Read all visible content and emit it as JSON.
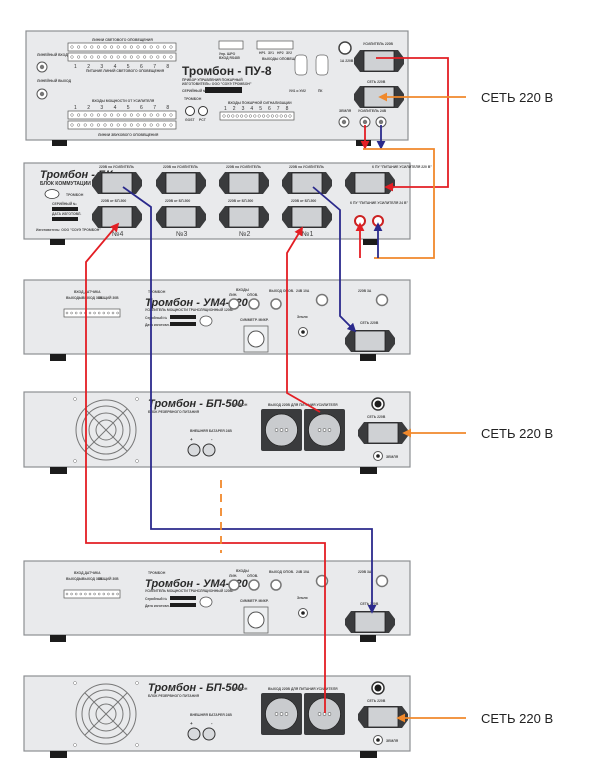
{
  "diagram": {
    "title": "Connection wiring diagram: Тромбон ПУ-8, БК, УМ4-120, БП-500",
    "wire_colors": {
      "phase_220v": "#e31e24",
      "return_24v": "#2b2a8c",
      "mains_feed": "#f0882b"
    }
  },
  "mains_labels": [
    "СЕТЬ 220 В",
    "СЕТЬ 220 В",
    "СЕТЬ 220 В"
  ],
  "pu8": {
    "title": "Тромбон - ПУ-8",
    "subtitle1": "ПРИБОР УПРАВЛЕНИЯ ПОЖАРНЫЙ",
    "subtitle2": "ИЗГОТОВИТЕЛЬ: ООО \"СОУЭ ТРОМБОН\"",
    "serial_label": "СЕРИЙНЫЙ №",
    "light_lines_top": "ЛИНИИ СВЕТОВОГО ОПОВЕЩЕНИЯ",
    "light_lines_power": "ПИТАНИЕ ЛИНИЙ СВЕТОВОГО ОПОВЕЩЕНИЯ",
    "channel_numbers": [
      "1",
      "2",
      "3",
      "4",
      "5",
      "6",
      "7",
      "8"
    ],
    "linear_out_1": "ЛИНЕЙНЫЙ ВХОД",
    "linear_out_2": "ЛИНЕЙНЫЙ ВЫХОД",
    "amp_inputs": "ВХОДЫ МОЩНОСТИ ОТ УСИЛИТЕЛЯ",
    "sound_lines": "ЛИНИИ ЗВУКОВОГО ОПОВЕЩЕНИЯ",
    "rs_input": "ВХОД RS485",
    "rs_sub": "Упр. ШРО",
    "relay_outputs": "ВЫХОДЫ ОПОВЕЩЕНИЯ",
    "relay_names": [
      "НР1",
      "ЗУ1",
      "НР2",
      "ЗУ2"
    ],
    "fire_inputs": "ВХОДЫ ПОЖАРНОЙ СИГНАЛИЗАЦИИ",
    "connector_1": "УИ1 и УИ2",
    "connector_2": "ПК",
    "fuse": "1А 220В",
    "amp_220": "УСИЛИТЕЛЬ 220В",
    "mains_220": "СЕТЬ 220В",
    "ground": "ЗЕМЛЯ",
    "amp_24": "УСИЛИТЕЛЬ 24В",
    "logo": "ТРОМБОН",
    "cert_1": "GOST",
    "cert_2": "PCT"
  },
  "bk": {
    "title": "Тромбон - БК",
    "subtitle": "БЛОК КОММУТАЦИИ",
    "logo": "ТРОМБОН",
    "serial_label": "СЕРИЙНЫЙ №",
    "date_label": "ДАТА ИЗГОТОВЛ.",
    "maker": "Изготовитель: ООО \"СОУЭ ТРОМБОН\"",
    "to_amp": "220В на УСИЛИТЕЛЬ",
    "from_bp": "220В от БП-500",
    "slots": [
      "№4",
      "№3",
      "№2",
      "№1"
    ],
    "from_pu_220": "К ПУ \"ПИТАНИЕ УСИЛИТЕЛЯ 220 В\"",
    "from_pu_24": "К ПУ \"ПИТАНИЕ УСИЛИТЕЛЯ 24 В\""
  },
  "um4": {
    "title": "Тромбон - УМ4-120",
    "subtitle": "УСИЛИТЕЛЬ МОЩНОСТИ ТРАНСЛЯЦИОННЫЙ 120Вт",
    "serial_label": "Серийный №",
    "date_label": "Дата изготовл.",
    "term_header": "ВХОД ДАТЧИКА",
    "term_groups": [
      "ВЫХОДЫ",
      "ВЫХОД 30В",
      "ОБЩИЙ 30В"
    ],
    "inputs_label": "ВХОДЫ",
    "input_lin": "ЛИН.",
    "input_opov": "ОПОВ.",
    "output_opov": "ВЫХОД ОПОВ.",
    "mic_label": "СИММЕТР. МИКР.",
    "fuse_24": "24В 10А",
    "fuse_220": "220В 3А",
    "ground": "Земля",
    "mains": "СЕТЬ 220В",
    "logo": "ТРОМБОН"
  },
  "bp500": {
    "title": "Тромбон - БП-500",
    "subtitle": "БЛОК РЕЗЕРВНОГО ПИТАНИЯ",
    "battery_label": "ВНЕШНЯЯ БАТАРЕЯ 24В",
    "plus": "+",
    "minus": "-",
    "outlets_label": "ВЫХОД 220В ДЛЯ ПИТАНИЯ УСИЛИТЕЛЯ",
    "mains": "СЕТЬ 220В",
    "ground": "ЗЕМЛЯ",
    "logo": "ТРОМБОН"
  }
}
